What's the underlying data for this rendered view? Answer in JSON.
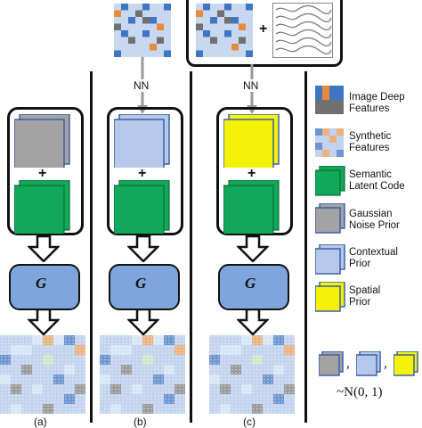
{
  "labels": {
    "nn_b": "NN",
    "nn_c": "NN",
    "plus_top": "+",
    "plus_a": "+",
    "plus_b": "+",
    "plus_c": "+",
    "g_a": "G",
    "g_b": "G",
    "g_c": "G",
    "caption_a": "(a)",
    "caption_b": "(b)",
    "caption_c": "(c)"
  },
  "legend": {
    "items": [
      {
        "label_1": "Image Deep",
        "label_2": "Features"
      },
      {
        "label_1": "Synthetic",
        "label_2": "Features"
      },
      {
        "label_1": "Semantic",
        "label_2": "Latent Code"
      },
      {
        "label_1": "Gaussian",
        "label_2": "Noise Prior"
      },
      {
        "label_1": "Contextual",
        "label_2": "Prior"
      },
      {
        "label_1": "Spatial",
        "label_2": "Prior"
      }
    ],
    "comma_1": ",",
    "comma_2": ",",
    "distribution": "~N(0, 1)"
  },
  "colors": {
    "gaussian": "#a3a3a3",
    "contextual": "#b7c9ea",
    "spatial": "#f5f20a",
    "semantic": "#11a85a",
    "generator": "#7fa6dc",
    "deep_blue": "#3f76c4",
    "deep_orange": "#e98a3a",
    "deep_gray": "#707070",
    "light_blue": "#c8d8f0"
  }
}
